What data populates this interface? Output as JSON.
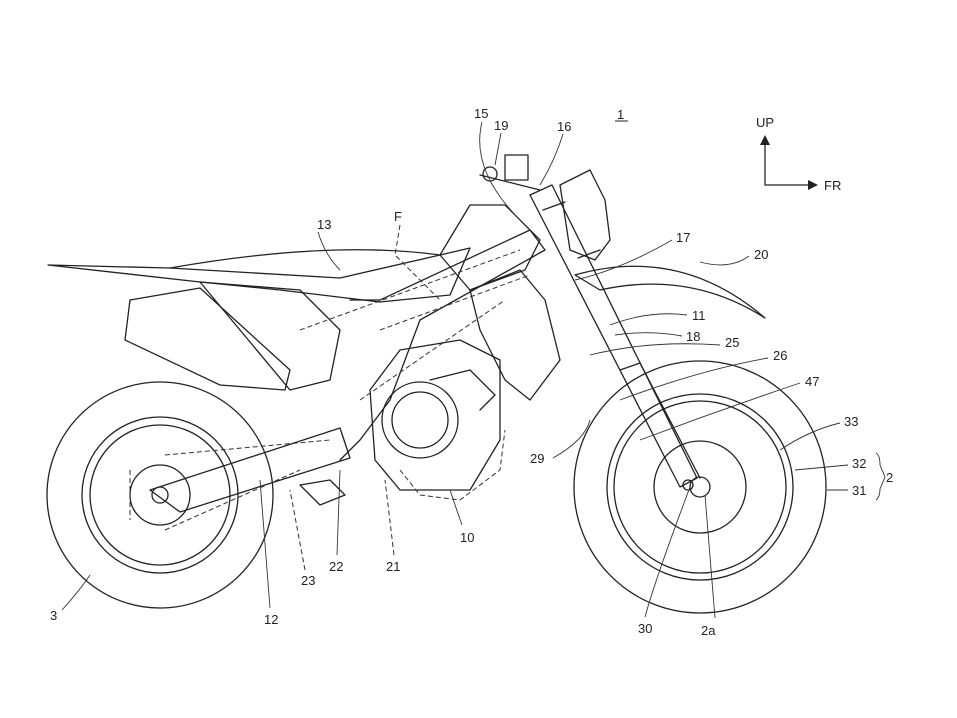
{
  "figure": {
    "reference_numeral": "1",
    "direction": {
      "up": "UP",
      "front": "FR"
    },
    "labels": {
      "l15": "15",
      "l19": "19",
      "l16": "16",
      "l13": "13",
      "lF": "F",
      "l17": "17",
      "l20": "20",
      "l11": "11",
      "l18": "18",
      "l25": "25",
      "l26": "26",
      "l47": "47",
      "l33": "33",
      "l32": "32",
      "l31": "31",
      "l2": "2",
      "l29": "29",
      "l10": "10",
      "l22": "22",
      "l21": "21",
      "l23": "23",
      "l12": "12",
      "l3": "3",
      "l30": "30",
      "l2a": "2a"
    }
  }
}
